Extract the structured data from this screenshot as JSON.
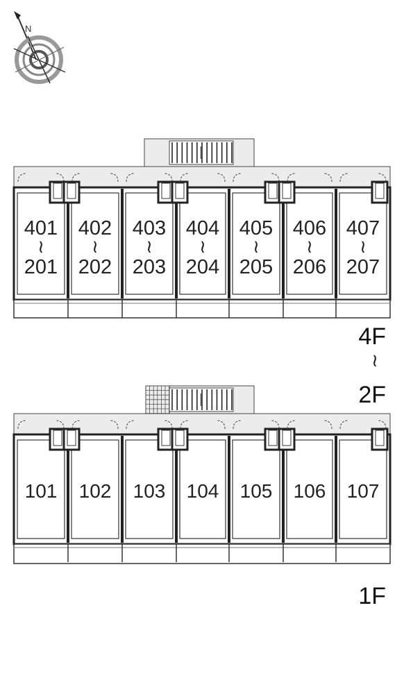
{
  "upper_block": {
    "units": [
      {
        "top": "401",
        "bottom": "201"
      },
      {
        "top": "402",
        "bottom": "202"
      },
      {
        "top": "403",
        "bottom": "203"
      },
      {
        "top": "404",
        "bottom": "204"
      },
      {
        "top": "405",
        "bottom": "205"
      },
      {
        "top": "406",
        "bottom": "206"
      },
      {
        "top": "407",
        "bottom": "207"
      }
    ],
    "range_mark": "≀",
    "floor_label_top": "4F",
    "floor_label_mark": "≀",
    "floor_label_bottom": "2F"
  },
  "lower_block": {
    "units": [
      "101",
      "102",
      "103",
      "104",
      "105",
      "106",
      "107"
    ],
    "floor_label": "1F"
  },
  "compass": {
    "icon": "compass-north-icon",
    "letter": "N"
  }
}
